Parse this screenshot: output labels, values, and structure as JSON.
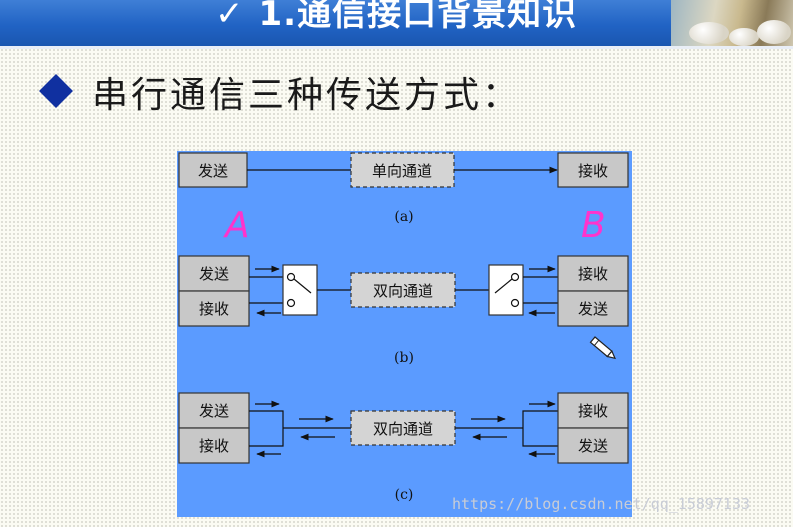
{
  "slide": {
    "check_icon": "check-mark-icon",
    "title": "1.通信接口背景知识",
    "heading": "串行通信三种传送方式：",
    "bullet_icon": "diamond-bullet-icon"
  },
  "diagram": {
    "panel_a": {
      "send": "发送",
      "channel": "单向通道",
      "receive": "接收",
      "caption": "(a)"
    },
    "annotations": {
      "left": "A",
      "right": "B"
    },
    "panel_b": {
      "left_send": "发送",
      "left_receive": "接收",
      "channel": "双向通道",
      "right_receive": "接收",
      "right_send": "发送",
      "caption": "(b)"
    },
    "panel_c": {
      "left_send": "发送",
      "left_receive": "接收",
      "channel": "双向通道",
      "right_receive": "接收",
      "right_send": "发送",
      "caption": "(c)"
    }
  },
  "watermark": "https://blog.csdn.net/qq_15897133",
  "colors": {
    "header_blue": "#2163c4",
    "diagram_blue": "#5b9bff",
    "box_gray": "#c8c8c8",
    "annotation_pink": "#ff33cc"
  }
}
